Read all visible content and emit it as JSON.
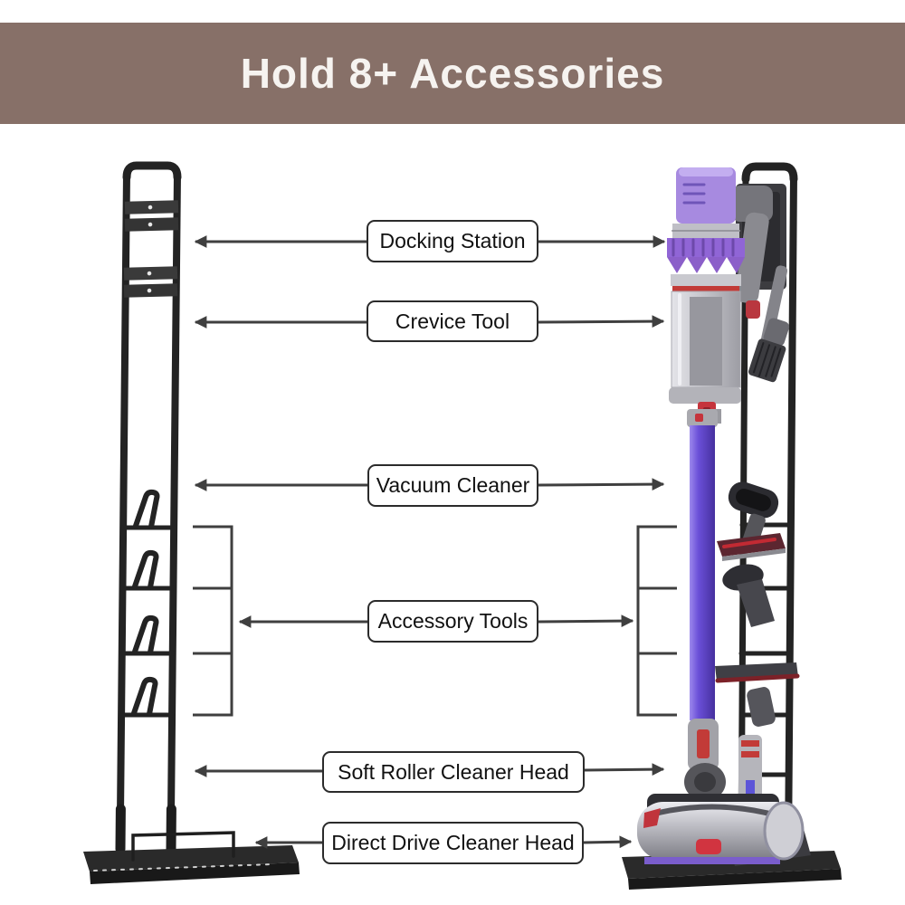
{
  "banner": {
    "title": "Hold 8+ Accessories"
  },
  "callouts": [
    {
      "id": "docking-station",
      "text": "Docking Station"
    },
    {
      "id": "crevice-tool",
      "text": "Crevice Tool"
    },
    {
      "id": "vacuum-cleaner",
      "text": "Vacuum Cleaner"
    },
    {
      "id": "accessory-tools",
      "text": "Accessory Tools"
    },
    {
      "id": "soft-roller-head",
      "text": "Soft Roller Cleaner Head"
    },
    {
      "id": "direct-drive-head",
      "text": "Direct Drive Cleaner Head"
    }
  ],
  "icons": {
    "left_illustration": "empty-stand-illustration",
    "right_illustration": "stand-with-vacuum-illustration"
  },
  "theme": {
    "background": "#ffffff",
    "banner_bg": "#877068",
    "banner_text": "#f6f3f0",
    "label_border": "#2b2b2b",
    "label_text": "#111111",
    "arrow": "#3f3f3f",
    "stand_black": "#232323",
    "base_black": "#262626",
    "vacuum_purple": "#6a4fd8",
    "crown_purple": "#8d63d2",
    "bin_silver": "#c4c4ca",
    "red_accent": "#c5343c"
  }
}
